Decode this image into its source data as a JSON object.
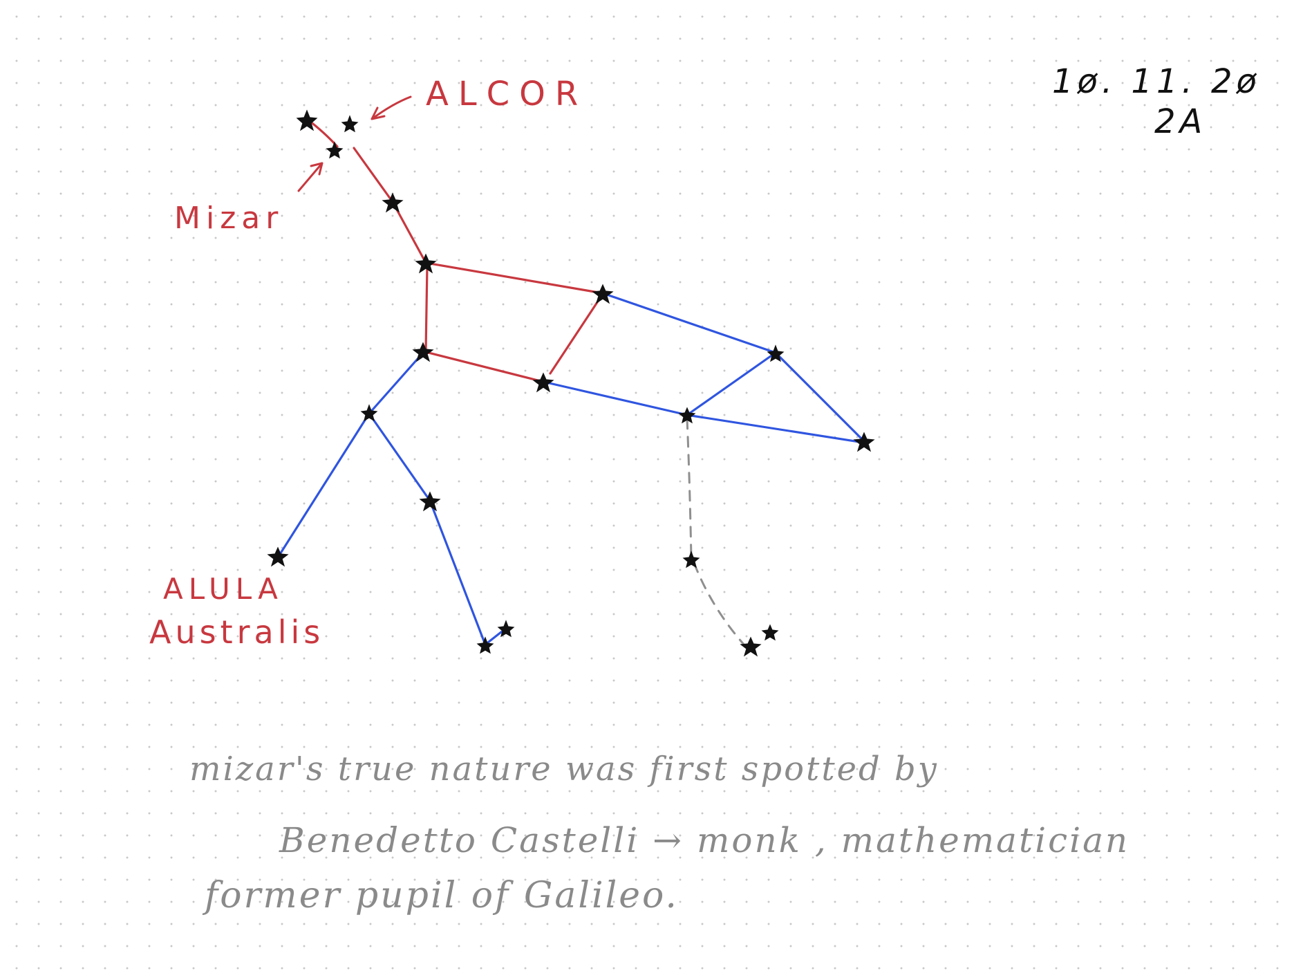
{
  "date": "1ø. 11. 2ø",
  "page_ref": "2A",
  "labels": {
    "alcor": "ALCOR",
    "mizar": "Mizar",
    "alula_line1": "ALULA",
    "alula_line2": "Australis"
  },
  "notes": {
    "line1": "mizar's true nature was first spotted by",
    "line2": "Benedetto Castelli → monk , mathematician",
    "line3": "former pupil of Galileo."
  },
  "colors": {
    "red": "#c8383f",
    "blue": "#2f55e0",
    "gray": "#8f8f8f",
    "ink": "#111111",
    "pencil": "#8a8a8a"
  }
}
